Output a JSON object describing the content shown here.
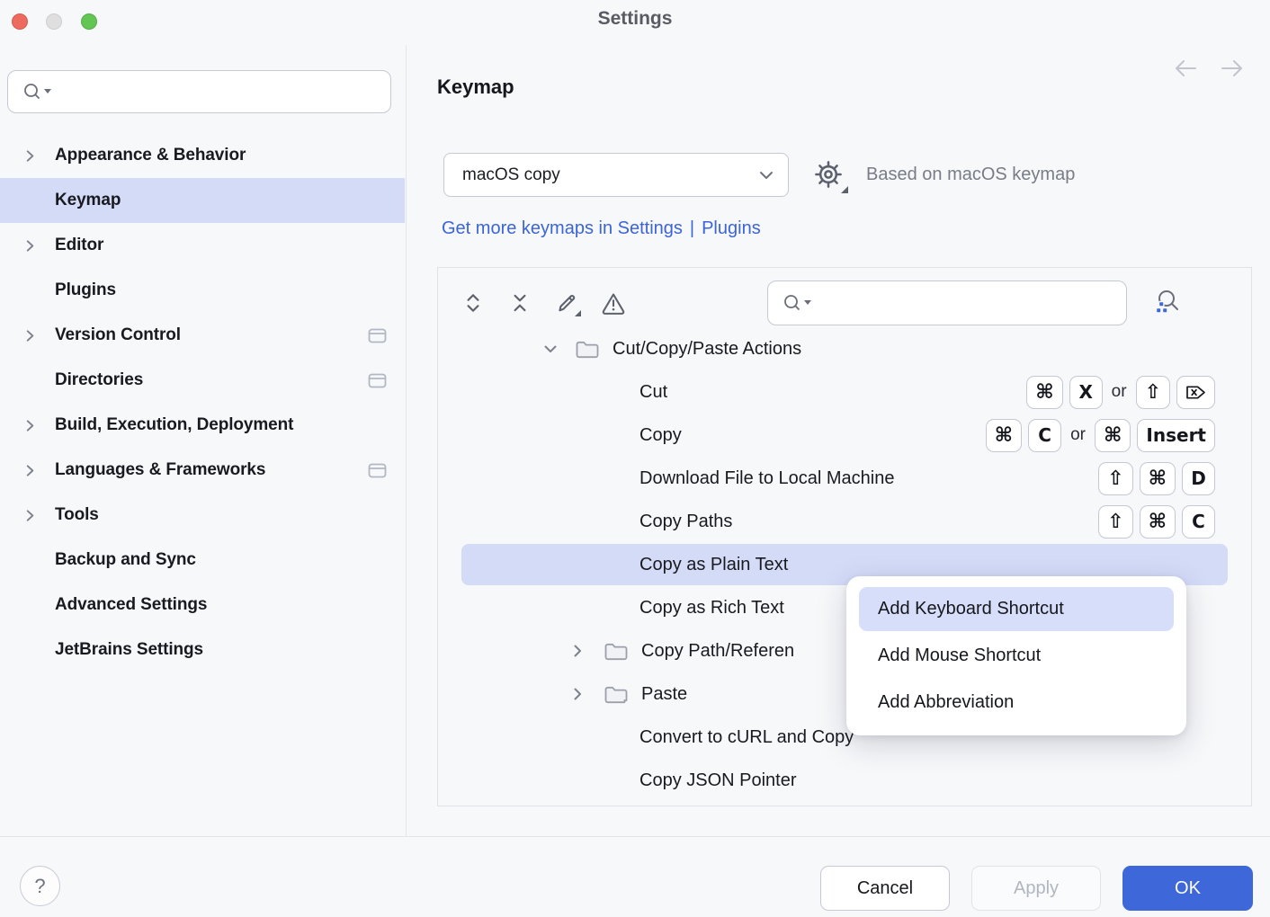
{
  "window": {
    "title": "Settings"
  },
  "sidebar": {
    "search_value": "",
    "items": [
      {
        "label": "Appearance & Behavior",
        "chevron": true
      },
      {
        "label": "Keymap",
        "selected": true
      },
      {
        "label": "Editor",
        "chevron": true
      },
      {
        "label": "Plugins"
      },
      {
        "label": "Version Control",
        "chevron": true,
        "plugin_icon": true
      },
      {
        "label": "Directories",
        "plugin_icon": true
      },
      {
        "label": "Build, Execution, Deployment",
        "chevron": true
      },
      {
        "label": "Languages & Frameworks",
        "chevron": true,
        "plugin_icon": true
      },
      {
        "label": "Tools",
        "chevron": true
      },
      {
        "label": "Backup and Sync"
      },
      {
        "label": "Advanced Settings"
      },
      {
        "label": "JetBrains Settings"
      }
    ]
  },
  "header": {
    "title": "Keymap"
  },
  "keymap_bar": {
    "selected_keymap": "macOS copy",
    "based_on": "Based on macOS keymap"
  },
  "links": {
    "get_more": "Get more keymaps in Settings",
    "separator": "|",
    "plugins": "Plugins"
  },
  "toolbar": {
    "search_value": ""
  },
  "tree": {
    "rows": [
      {
        "type": "group",
        "label": "Cut/Copy/Paste Actions",
        "expanded": true
      },
      {
        "type": "action",
        "label": "Cut",
        "shortcut": [
          "⌘",
          "X"
        ],
        "or": "or",
        "shortcut2": [
          "⇧",
          "⌦"
        ]
      },
      {
        "type": "action",
        "label": "Copy",
        "shortcut": [
          "⌘",
          "C"
        ],
        "or": "or",
        "shortcut2": [
          "⌘",
          "Insert"
        ]
      },
      {
        "type": "action",
        "label": "Download File to Local Machine",
        "shortcut": [
          "⇧",
          "⌘",
          "D"
        ]
      },
      {
        "type": "action",
        "label": "Copy Paths",
        "shortcut": [
          "⇧",
          "⌘",
          "C"
        ]
      },
      {
        "type": "action",
        "label": "Copy as Plain Text",
        "selected": true
      },
      {
        "type": "action",
        "label": "Copy as Rich Text"
      },
      {
        "type": "group",
        "label": "Copy Path/Referen",
        "collapsed": true
      },
      {
        "type": "group",
        "label": "Paste",
        "collapsed": true
      },
      {
        "type": "action",
        "label": "Convert to cURL and Copy"
      },
      {
        "type": "action",
        "label": "Copy JSON Pointer"
      }
    ]
  },
  "context_menu": {
    "items": [
      {
        "label": "Add Keyboard Shortcut",
        "highlighted": true
      },
      {
        "label": "Add Mouse Shortcut"
      },
      {
        "label": "Add Abbreviation"
      }
    ]
  },
  "footer": {
    "help": "?",
    "cancel": "Cancel",
    "apply": "Apply",
    "ok": "OK"
  },
  "colors": {
    "accent": "#3E68D9",
    "link": "#3B64D9",
    "selection": "#D4DBF7",
    "menu_highlight": "#D7DEF9",
    "window_bg": "#F7F8FA",
    "traffic_red": "#EC6A5E",
    "traffic_gray": "#DFDFDF",
    "traffic_green": "#62C554"
  }
}
